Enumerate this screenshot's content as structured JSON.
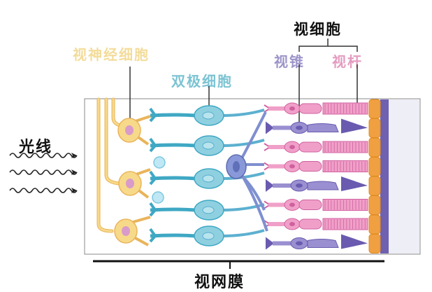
{
  "labels": {
    "photoreceptor_cells": "视细胞",
    "ganglion_cells": "视神经细胞",
    "bipolar_cells": "双极细胞",
    "cones": "视锥",
    "rods": "视杆",
    "light": "光线",
    "retina": "视网膜"
  },
  "colors": {
    "ganglion": "#f7d98a",
    "ganglion_stroke": "#e9b45a",
    "ganglion_nucleus": "#d99bc9",
    "bipolar": "#8fd0e0",
    "bipolar_stroke": "#3fa8c4",
    "horizontal": "#7f8fd0",
    "cone": "#9a8fd0",
    "cone_dark": "#6a5bb0",
    "rod": "#f0a0c8",
    "rod_dark": "#d060a0",
    "pigment": "#f0a040",
    "choroid": "#7060b0",
    "sclera": "#eeeef6",
    "label_ganglion": "#f3dc9a",
    "label_bipolar": "#7cc3d3",
    "label_cone": "#9d94c8",
    "label_rod": "#e49bc0"
  },
  "receptor_rows": [
    "rod",
    "cone",
    "rod",
    "rod",
    "cone",
    "rod",
    "rod",
    "cone"
  ]
}
